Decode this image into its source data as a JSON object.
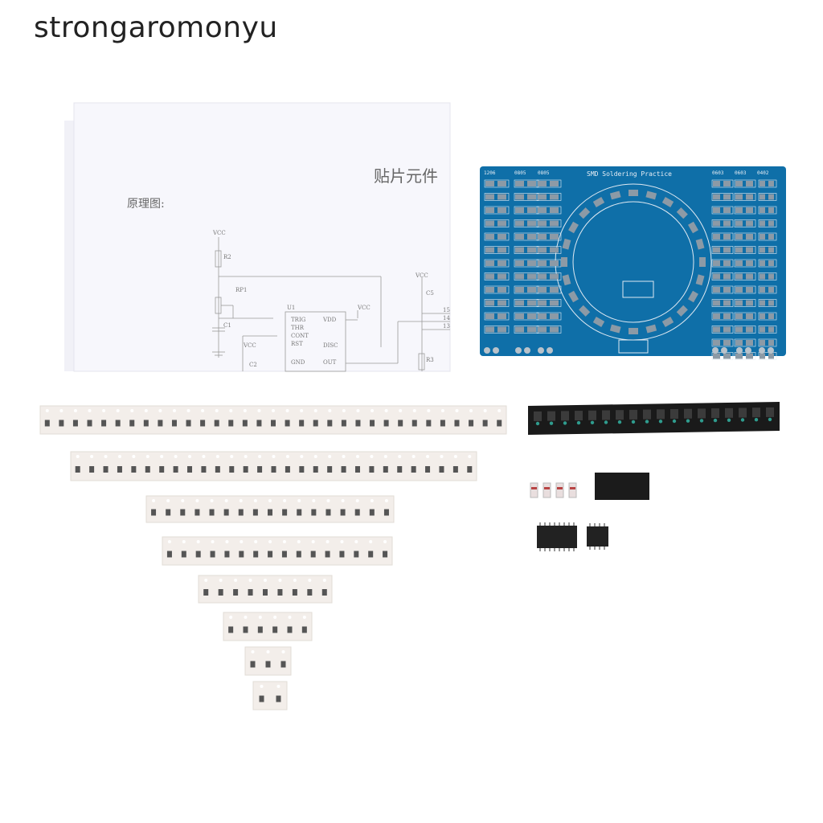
{
  "watermark": "strongaromonyu",
  "manual": {
    "heading": "贴片元件",
    "section_label": "原理图:",
    "schematic_labels": {
      "vcc": "VCC",
      "r2": "R2",
      "rp1": "RP1",
      "c1": "C1",
      "u1": "U1",
      "trig": "TRIG",
      "thr": "THR",
      "cont": "CONT",
      "rst": "RST",
      "vdd": "VDD",
      "disc": "DISC",
      "gnd": "GND",
      "out": "OUT",
      "c2": "C2",
      "r3": "R3",
      "c5": "C5",
      "pin15": "15",
      "pin14": "14",
      "pin13": "13"
    }
  },
  "pcb": {
    "title": "SMD Soldering Practice",
    "column_labels": [
      "1206",
      "0805",
      "0805",
      "0603",
      "0603",
      "0402"
    ],
    "color": "#0f6fa8"
  },
  "components": {
    "tape_colors": {
      "white": "#f3eeea",
      "black": "#1a1a1a"
    },
    "tape_strip_pockets": [
      33,
      29,
      17,
      16,
      9,
      6,
      3,
      2
    ]
  }
}
